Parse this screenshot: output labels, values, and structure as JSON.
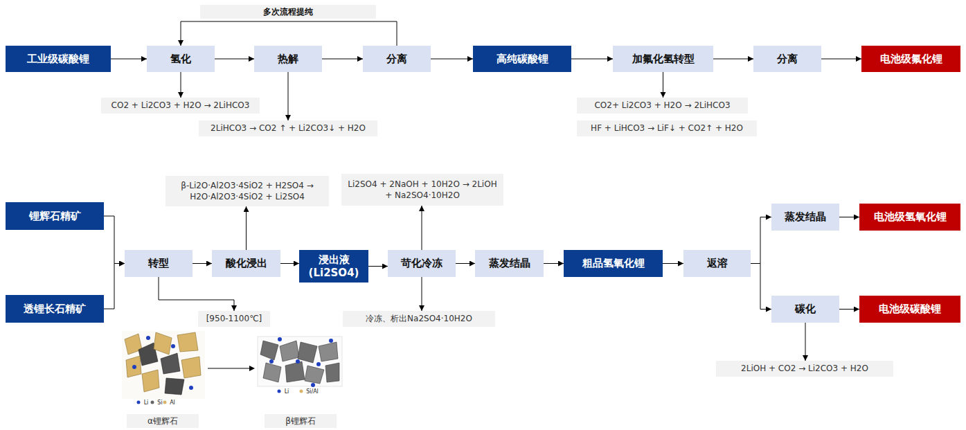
{
  "diagram": {
    "nodes": [
      {
        "text": [
          "工业级碳酸锂"
        ]
      },
      {
        "text": [
          "氢化"
        ]
      },
      {
        "text": [
          "热解"
        ]
      },
      {
        "text": [
          "分离"
        ]
      },
      {
        "text": [
          "高纯碳酸锂"
        ]
      },
      {
        "text": [
          "加氟化氢转型"
        ]
      },
      {
        "text": [
          "分离"
        ]
      },
      {
        "text": [
          "电池级氟化锂"
        ]
      },
      {
        "text": [
          "CO2 + Li2CO3 + H2O → 2LiHCO3"
        ]
      },
      {
        "text": [
          "2LiHCO3 → CO2 ↑ + Li2CO3↓ + H2O"
        ]
      },
      {
        "text": [
          "CO2+ Li2CO3 + H2O → 2LiHCO3"
        ]
      },
      {
        "text": [
          "HF + LiHCO3 → LiF↓ + CO2↑ + H2O"
        ]
      },
      {
        "text": [
          "锂辉石精矿"
        ]
      },
      {
        "text": [
          "透锂长石精矿"
        ]
      },
      {
        "text": [
          "转型"
        ]
      },
      {
        "text": [
          "酸化浸出"
        ]
      },
      {
        "text": [
          "浸出液 (Li2SO4)"
        ]
      },
      {
        "text": [
          "苛化冷冻"
        ]
      },
      {
        "text": [
          "蒸发结晶"
        ]
      },
      {
        "text": [
          "粗品氢氧化锂"
        ]
      },
      {
        "text": [
          "返溶"
        ]
      },
      {
        "text": [
          "蒸发结晶"
        ]
      },
      {
        "text": [
          "电池级氢氧化锂"
        ]
      },
      {
        "text": [
          "碳化"
        ]
      },
      {
        "text": [
          "电池级碳酸锂"
        ]
      },
      {
        "text": [
          "β-Li2O·Al2O3·4SiO2 + H2SO4 → H2O·Al2O3·4SiO2 + Li2SO4"
        ]
      },
      {
        "text": [
          "Li2SO4 + 2NaOH + 10H2O → 2LiOH + Na2SO4·10H2O"
        ]
      },
      {
        "text": [
          "[950-1100℃]"
        ]
      },
      {
        "text": [
          "冷冻、析出Na2SO4·10H2O"
        ]
      },
      {
        "text": [
          "2LiOH + CO2 → Li2CO3 + H2O"
        ]
      }
    ],
    "edges": [
      {
        "from": 0,
        "to": 1,
        "arrow": "to"
      },
      {
        "from": 1,
        "to": 2,
        "arrow": "to"
      },
      {
        "from": 2,
        "to": 3,
        "arrow": "to"
      },
      {
        "from": 3,
        "to": 4,
        "arrow": "to"
      },
      {
        "from": 4,
        "to": 5,
        "arrow": "to"
      },
      {
        "from": 5,
        "to": 6,
        "arrow": "to"
      },
      {
        "from": 6,
        "to": 7,
        "arrow": "to"
      },
      {
        "from": 3,
        "to": 1,
        "label": "多次流程提纯",
        "arrow": "to"
      },
      {
        "from": 1,
        "to": 8,
        "arrow": "to"
      },
      {
        "from": 2,
        "to": 9,
        "arrow": "to"
      },
      {
        "from": 5,
        "to": 10,
        "arrow": "to"
      },
      {
        "from": 12,
        "to": 14,
        "arrow": "to"
      },
      {
        "from": 13,
        "to": 14,
        "arrow": "to"
      },
      {
        "from": 14,
        "to": 15,
        "arrow": "to"
      },
      {
        "from": 15,
        "to": 16,
        "arrow": "to"
      },
      {
        "from": 16,
        "to": 17,
        "arrow": "to"
      },
      {
        "from": 17,
        "to": 18,
        "arrow": "to"
      },
      {
        "from": 18,
        "to": 19,
        "arrow": "to"
      },
      {
        "from": 19,
        "to": 20,
        "arrow": "to"
      },
      {
        "from": 20,
        "to": 21,
        "arrow": "to"
      },
      {
        "from": 20,
        "to": 23,
        "arrow": "to"
      },
      {
        "from": 21,
        "to": 22,
        "arrow": "to"
      },
      {
        "from": 23,
        "to": 24,
        "arrow": "to"
      },
      {
        "from": 15,
        "to": 25,
        "arrow": "to"
      },
      {
        "from": 17,
        "to": 26,
        "arrow": "to"
      },
      {
        "from": 17,
        "to": 28,
        "arrow": "to"
      },
      {
        "from": 14,
        "to": 27,
        "arrow": "to"
      },
      {
        "from": 23,
        "to": 29,
        "arrow": "to"
      }
    ],
    "labels": [
      "α锂辉石",
      "β锂辉石",
      "Li",
      "Si",
      "Al",
      "Li",
      "Si/Al"
    ]
  }
}
